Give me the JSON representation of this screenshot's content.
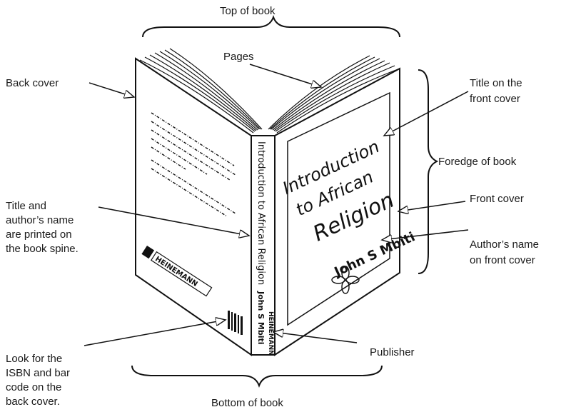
{
  "labels": {
    "top_of_book": "Top of book",
    "pages": "Pages",
    "back_cover": "Back cover",
    "title_front_1": "Title on the",
    "title_front_2": "front cover",
    "foredge": "Foredge of book",
    "front_cover": "Front cover",
    "author_front_1": "Author’s name",
    "author_front_2": "on front cover",
    "spine_1": "Title and",
    "spine_2": "author’s name",
    "spine_3": "are printed on",
    "spine_4": "the book spine.",
    "publisher": "Publisher",
    "isbn_1": "Look for the",
    "isbn_2": "ISBN and bar",
    "isbn_3": "code on the",
    "isbn_4": "back cover.",
    "bottom_of_book": "Bottom of book"
  },
  "book": {
    "title_line1": "Introduction",
    "title_line2": "to African",
    "title_line3": "Religion",
    "author": "John S Mbiti",
    "spine_title": "Introduction to African Religion",
    "spine_author": "John S Mbiti",
    "spine_publisher": "HEINEMANN",
    "back_publisher": "HEINEMANN"
  },
  "colors": {
    "ink": "#111111",
    "paper": "#ffffff"
  }
}
